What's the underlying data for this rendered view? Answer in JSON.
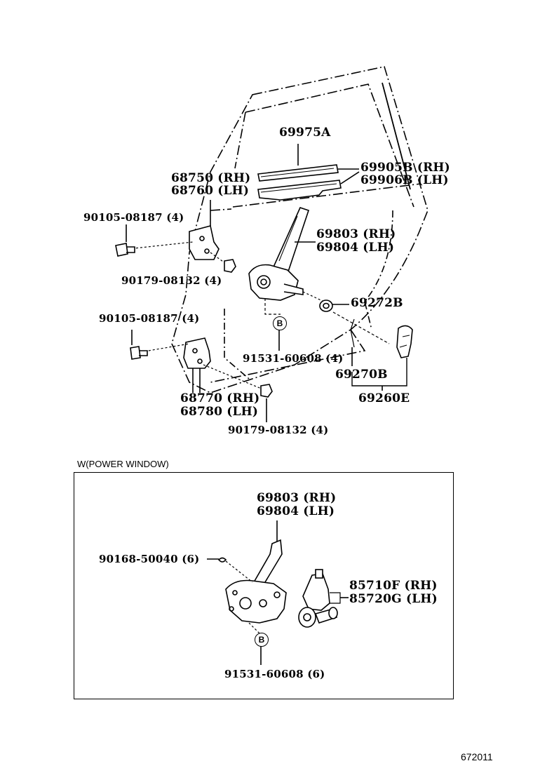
{
  "diagram": {
    "parts": {
      "glass_channel": "69975A",
      "weatherstrip_rh": "69905B (RH)",
      "weatherstrip_lh": "69906B (LH)",
      "hinge_upper_rh": "68750 (RH)",
      "hinge_upper_lh": "68760 (LH)",
      "bolt_upper": "90105-08187 (4)",
      "nut_upper": "90179-08132 (4)",
      "regulator_rh": "69803 (RH)",
      "regulator_lh": "69804 (LH)",
      "seat_washer": "69272B",
      "bolt_lower": "90105-08187 (4)",
      "regulator_bolt": "91531-60608 (4)",
      "handle_sub": "69270B",
      "handle_assy": "69260E",
      "hinge_lower_rh": "68770 (RH)",
      "hinge_lower_lh": "68780 (LH)",
      "nut_lower": "90179-08132 (4)"
    },
    "marker_b": "B",
    "power_window": {
      "section_label": "W(POWER WINDOW)",
      "regulator_rh": "69803 (RH)",
      "regulator_lh": "69804 (LH)",
      "screw": "90168-50040 (6)",
      "motor_rh": "85710F (RH)",
      "motor_lh": "85720G (LH)",
      "bolt": "91531-60608 (6)",
      "marker_b": "B"
    },
    "figure_code": "672011"
  }
}
